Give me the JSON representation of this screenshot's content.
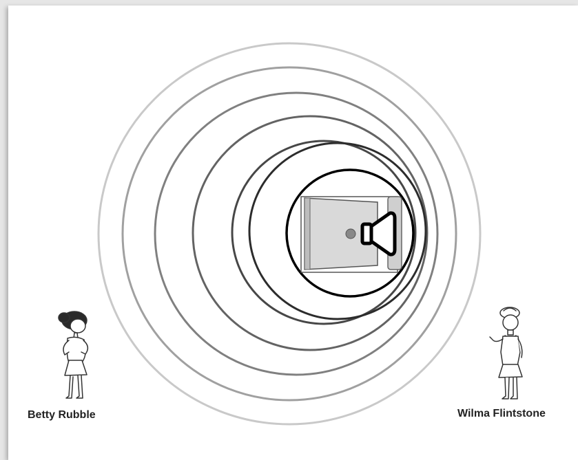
{
  "characters": {
    "left": {
      "name": "Betty Rubble",
      "icon": "betty-rubble-figure"
    },
    "right": {
      "name": "Wilma Flintstone",
      "icon": "wilma-flintstone-figure"
    }
  },
  "speaker": {
    "icon": "speaker-icon"
  },
  "waves": {
    "count": 7,
    "colors": [
      "#000000",
      "#2a2a2a",
      "#444444",
      "#5f5f5f",
      "#7c7c7c",
      "#9a9a9a",
      "#c4c4c4"
    ]
  },
  "colors": {
    "background": "#ffffff",
    "frame": "#e6e6e6",
    "device_fill": "#d8d8d8",
    "ink": "#111111"
  }
}
